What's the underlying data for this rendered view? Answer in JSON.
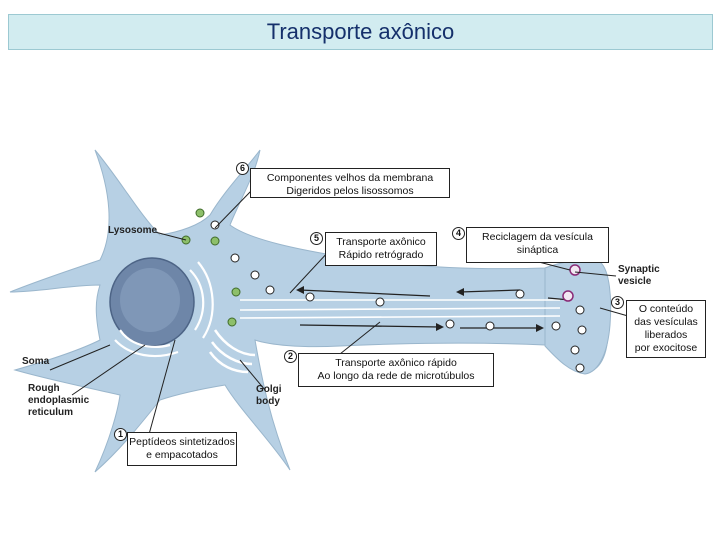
{
  "title": "Transporte axônico",
  "colors": {
    "title_bg": "#d2ecf0",
    "title_text": "#15306b",
    "cell_fill": "#b7d0e4",
    "nucleus": "#6e86a8",
    "vesicle_green": "#8dbf6a"
  },
  "annotations": {
    "step1": {
      "number": "1",
      "lines": [
        "Peptídeos sintetizados",
        "e empacotados"
      ]
    },
    "step2": {
      "number": "2",
      "lines": [
        "Transporte axônico rápido",
        "Ao longo da rede de microtúbulos"
      ]
    },
    "step3": {
      "number": "3",
      "lines": [
        "O conteúdo",
        "das vesículas",
        "liberados",
        "por exocitose"
      ]
    },
    "step4": {
      "number": "4",
      "lines": [
        "Reciclagem da vesícula",
        "sináptica"
      ]
    },
    "step5": {
      "number": "5",
      "lines": [
        "Transporte axônico",
        "Rápido retrógrado"
      ]
    },
    "step6": {
      "number": "6",
      "lines": [
        "Componentes velhos da membrana",
        "Digeridos pelos lisossomos"
      ]
    }
  },
  "labels": {
    "lysosome": "Lysosome",
    "soma": "Soma",
    "rough_er": [
      "Rough",
      "endoplasmic",
      "reticulum"
    ],
    "golgi": [
      "Golgi",
      "body"
    ],
    "synaptic_vesicle": [
      "Synaptic",
      "vesicle"
    ]
  }
}
